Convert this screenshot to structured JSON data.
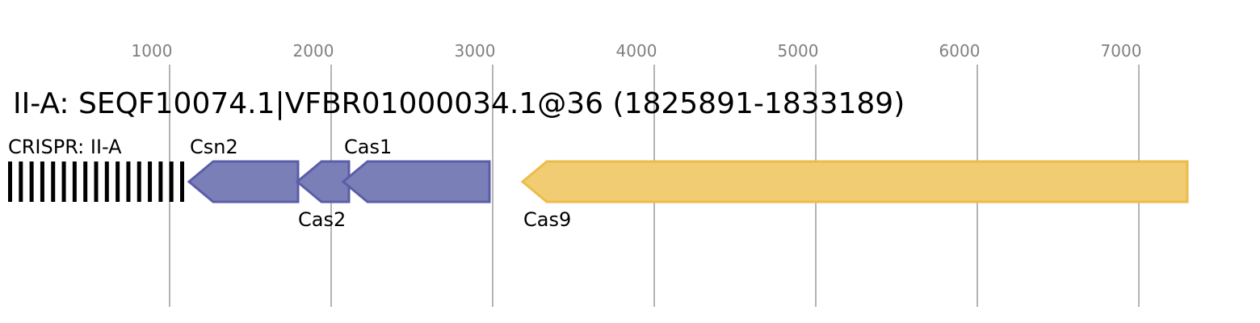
{
  "title": "II-A: SEQF10074.1|VFBR01000034.1@36 (1825891-1833189)",
  "axis": {
    "domain": [
      0,
      7300
    ],
    "ticks": [
      1000,
      2000,
      3000,
      4000,
      5000,
      6000,
      7000
    ],
    "tick_labels": [
      "1000",
      "2000",
      "3000",
      "4000",
      "5000",
      "6000",
      "7000"
    ]
  },
  "crispr_array": {
    "label": "CRISPR: II-A",
    "start": 0,
    "end": 1090,
    "repeat_count": 17,
    "color": "#000000"
  },
  "genes": [
    {
      "name": "Csn2",
      "start": 1120,
      "end": 1795,
      "strand": "-",
      "label_position": "above",
      "fill": "#7b7fb8",
      "stroke": "#5a5ea8"
    },
    {
      "name": "Cas2",
      "start": 1790,
      "end": 2110,
      "strand": "-",
      "label_position": "below",
      "fill": "#7b7fb8",
      "stroke": "#5a5ea8"
    },
    {
      "name": "Cas1",
      "start": 2075,
      "end": 2980,
      "strand": "-",
      "label_position": "above",
      "fill": "#7b7fb8",
      "stroke": "#5a5ea8"
    },
    {
      "name": "Cas9",
      "start": 3185,
      "end": 7300,
      "strand": "-",
      "label_position": "below",
      "fill": "#f2cc72",
      "stroke": "#ecbc4a"
    }
  ]
}
